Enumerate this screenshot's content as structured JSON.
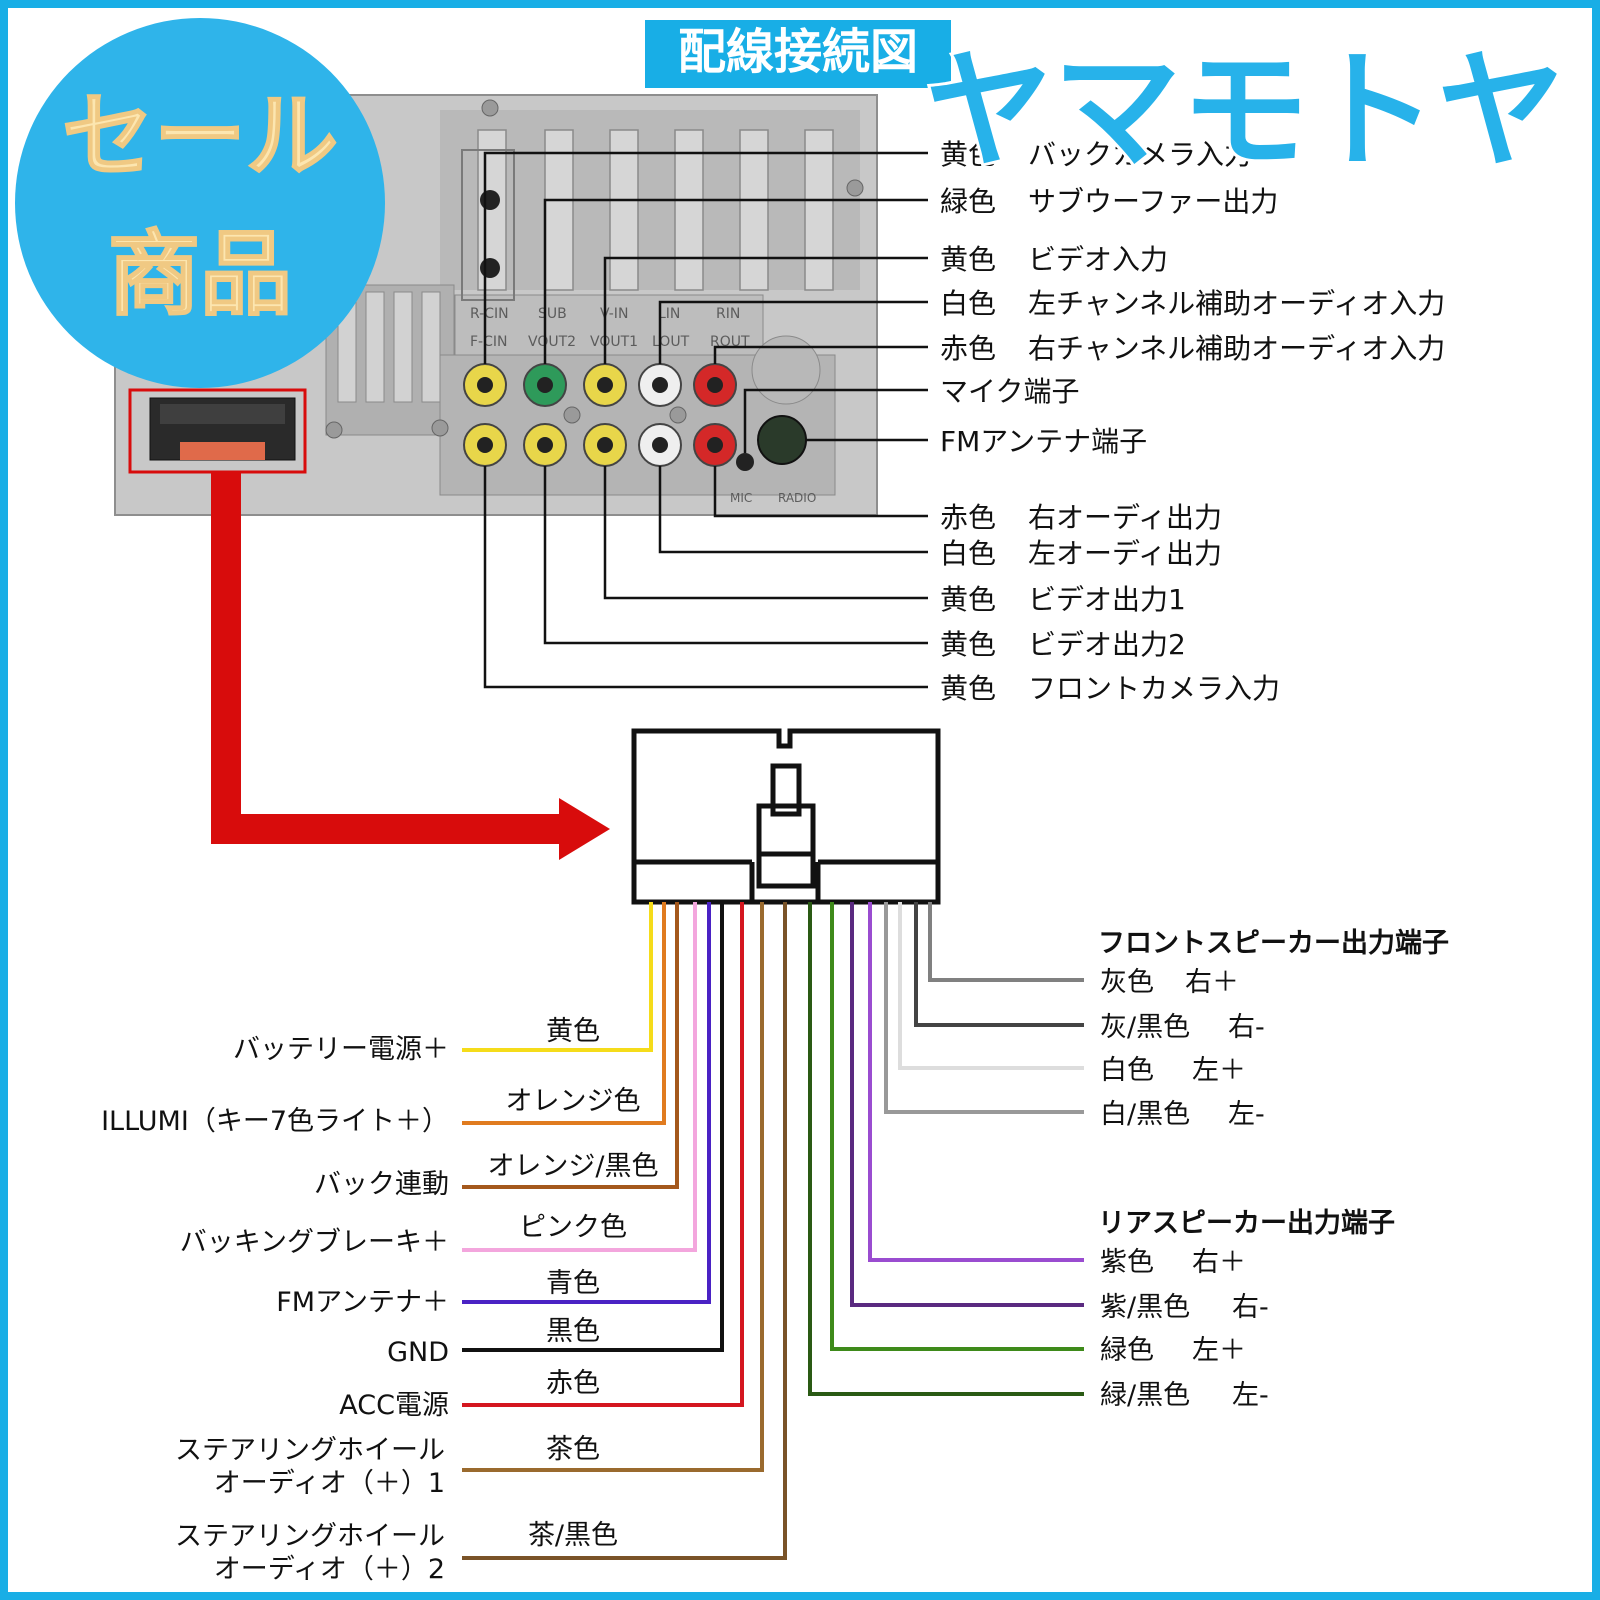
{
  "title": "配線接続図",
  "brand": "ヤマモトヤ",
  "sale_badge": {
    "line1": "セール",
    "line2": "商品"
  },
  "colors": {
    "frame": "#18aee6",
    "badge": "#2fb4ea",
    "badge_text": "#fce6b0",
    "brand_text": "#27b2ea",
    "arrow": "#d80c0c"
  },
  "unit_port_labels": {
    "top": [
      "R-CIN",
      "SUB",
      "V-IN",
      "LIN",
      "RIN"
    ],
    "bottom": [
      "F-CIN",
      "VOUT2",
      "VOUT1",
      "LOUT",
      "ROUT"
    ],
    "base": [
      "MIC",
      "RADIO"
    ]
  },
  "rear_terminals": [
    {
      "color_name": "黄色",
      "function": "バックカメラ入力"
    },
    {
      "color_name": "緑色",
      "function": "サブウーファー出力"
    },
    {
      "color_name": "黄色",
      "function": "ビデオ入力"
    },
    {
      "color_name": "白色",
      "function": "左チャンネル補助オーディオ入力"
    },
    {
      "color_name": "赤色",
      "function": "右チャンネル補助オーディオ入力"
    },
    {
      "color_name": "",
      "function": "マイク端子"
    },
    {
      "color_name": "",
      "function": "FMアンテナ端子"
    },
    {
      "color_name": "赤色",
      "function": "右オーディ出力"
    },
    {
      "color_name": "白色",
      "function": "左オーディ出力"
    },
    {
      "color_name": "黄色",
      "function": "ビデオ出力1"
    },
    {
      "color_name": "黄色",
      "function": "ビデオ出力2"
    },
    {
      "color_name": "黄色",
      "function": "フロントカメラ入力"
    }
  ],
  "harness_left": [
    {
      "label": "バッテリー電源＋",
      "wire": "黄色",
      "hex": "#f5dc1a"
    },
    {
      "label": "ILLUMI（キー7色ライト＋）",
      "wire": "オレンジ色",
      "hex": "#e07b1f"
    },
    {
      "label": "バック連動",
      "wire": "オレンジ/黒色",
      "hex": "#a4581c"
    },
    {
      "label": "バッキングブレーキ＋",
      "wire": "ピンク色",
      "hex": "#f3a6dd"
    },
    {
      "label": "FMアンテナ＋",
      "wire": "青色",
      "hex": "#4a22c4"
    },
    {
      "label": "GND",
      "wire": "黒色",
      "hex": "#111111"
    },
    {
      "label": "ACC電源",
      "wire": "赤色",
      "hex": "#d4161f"
    },
    {
      "label": "ステアリングホイールオーディオ（＋）1",
      "wire": "茶色",
      "hex": "#9a6a2e"
    },
    {
      "label": "ステアリングホイールオーディオ（＋）2",
      "wire": "茶/黒色",
      "hex": "#7a5328"
    }
  ],
  "front_speaker": {
    "heading": "フロントスピーカー出力端子",
    "items": [
      {
        "color_name": "灰色",
        "polarity": "右＋",
        "hex": "#808080"
      },
      {
        "color_name": "灰/黒色",
        "polarity": "右-",
        "hex": "#444444"
      },
      {
        "color_name": "白色",
        "polarity": "左＋",
        "hex": "#dddddd"
      },
      {
        "color_name": "白/黒色",
        "polarity": "左-",
        "hex": "#999999"
      }
    ]
  },
  "rear_speaker": {
    "heading": "リアスピーカー出力端子",
    "items": [
      {
        "color_name": "紫色",
        "polarity": "右＋",
        "hex": "#9a4cd0"
      },
      {
        "color_name": "紫/黒色",
        "polarity": "右-",
        "hex": "#5a2a80"
      },
      {
        "color_name": "緑色",
        "polarity": "左＋",
        "hex": "#3e8a1a"
      },
      {
        "color_name": "緑/黒色",
        "polarity": "左-",
        "hex": "#2a5a14"
      }
    ]
  }
}
